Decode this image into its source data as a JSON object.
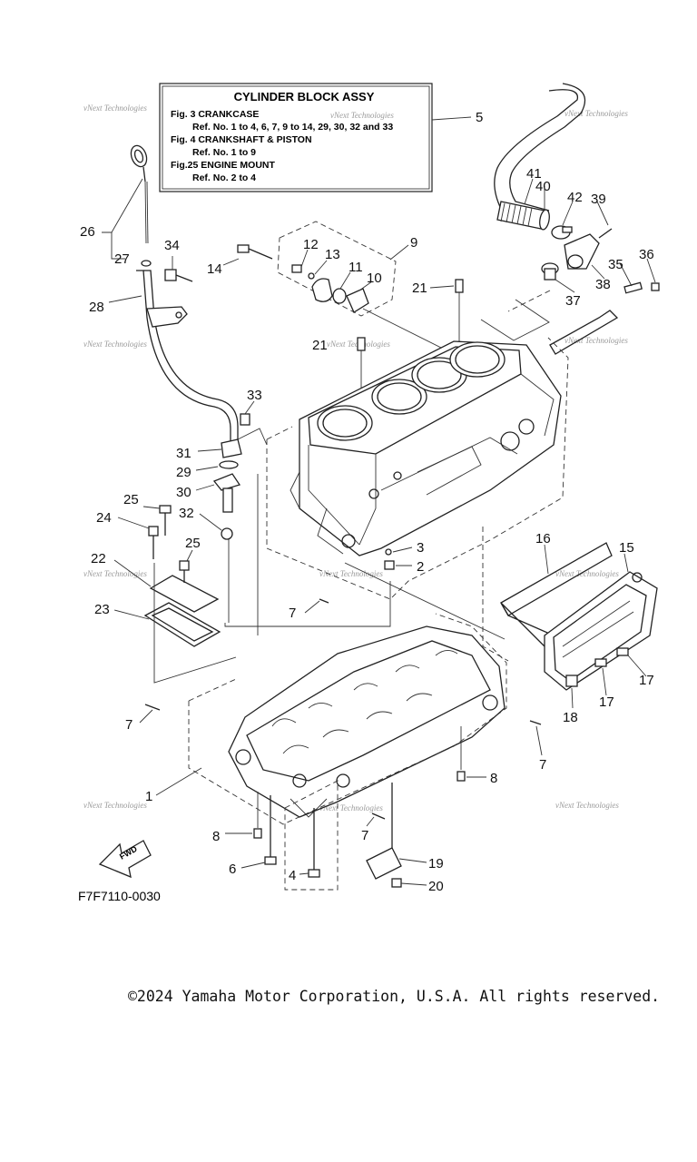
{
  "info_box": {
    "title": "CYLINDER BLOCK ASSY",
    "lines": [
      "Fig.  3 CRANKCASE",
      "Ref. No. 1 to 4, 6, 7, 9 to 14, 29, 30, 32 and 33",
      "Fig.  4 CRANKSHAFT & PISTON",
      "Ref. No. 1 to 9",
      "Fig.25 ENGINE MOUNT",
      "Ref. No. 2 to 4"
    ]
  },
  "callouts": {
    "c1": "1",
    "c2": "2",
    "c3": "3",
    "c4": "4",
    "c5": "5",
    "c6": "6",
    "c7a": "7",
    "c7b": "7",
    "c7c": "7",
    "c7d": "7",
    "c8a": "8",
    "c8b": "8",
    "c9": "9",
    "c10": "10",
    "c11": "11",
    "c12": "12",
    "c13": "13",
    "c14": "14",
    "c15": "15",
    "c16": "16",
    "c17a": "17",
    "c17b": "17",
    "c18": "18",
    "c19": "19",
    "c20": "20",
    "c21a": "21",
    "c21b": "21",
    "c22": "22",
    "c23": "23",
    "c24": "24",
    "c25a": "25",
    "c25b": "25",
    "c26": "26",
    "c27": "27",
    "c28": "28",
    "c29": "29",
    "c30": "30",
    "c31": "31",
    "c32": "32",
    "c33": "33",
    "c34": "34",
    "c35": "35",
    "c36": "36",
    "c37": "37",
    "c38": "38",
    "c39": "39",
    "c40": "40",
    "c41": "41",
    "c42": "42"
  },
  "fwd_label": "FWD",
  "part_code": "F7F7110-0030",
  "watermark": "vNext Technologies",
  "copyright": "©2024 Yamaha Motor Corporation, U.S.A. All rights reserved."
}
